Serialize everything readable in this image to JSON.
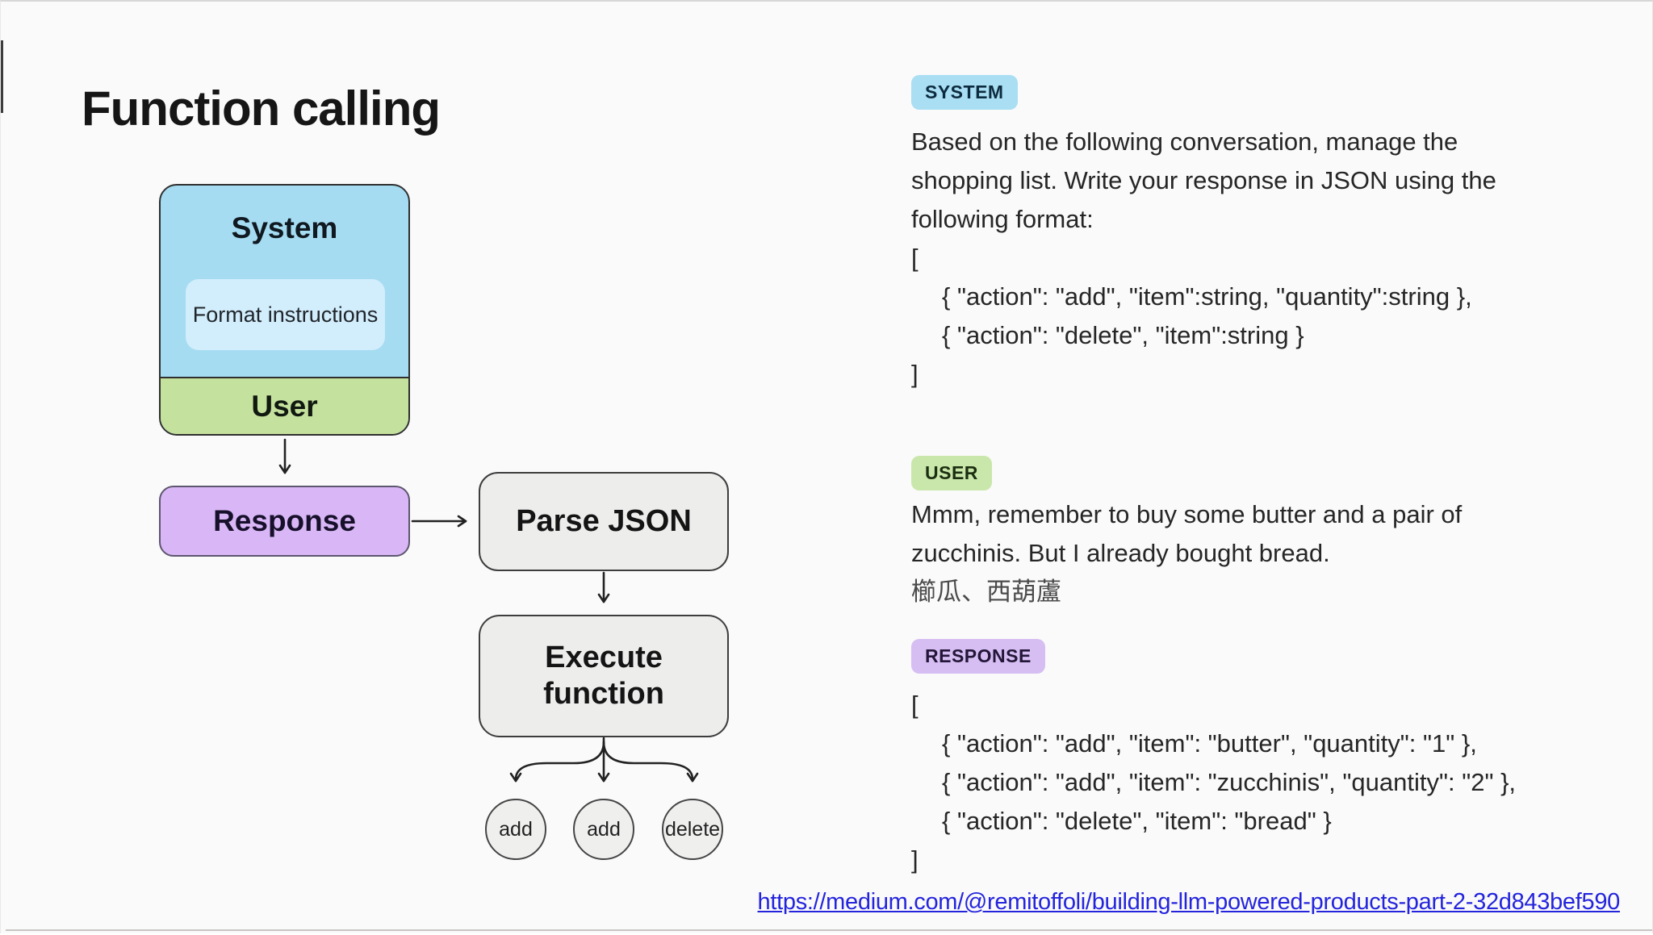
{
  "title": "Function calling",
  "flowchart": {
    "system": {
      "label": "System",
      "format_instructions": "Format instructions",
      "user_label": "User"
    },
    "response_label": "Response",
    "parse_json_label": "Parse JSON",
    "execute_function_label": "Execute function",
    "calls": [
      "add",
      "add",
      "delete"
    ]
  },
  "panel": {
    "system": {
      "badge": "SYSTEM",
      "text_lines": [
        "Based on the following conversation, manage the",
        "shopping list. Write your response in JSON using the",
        "following format:"
      ],
      "code": {
        "open": "[",
        "lines": [
          "{ \"action\": \"add\",  \"item\":string, \"quantity\":string },",
          "{ \"action\": \"delete\", \"item\":string }"
        ],
        "close": "]"
      }
    },
    "user": {
      "badge": "USER",
      "text_lines": [
        "Mmm, remember to buy some butter and a pair of",
        "zucchinis. But I already bought bread."
      ],
      "annotation": "櫛瓜、西葫蘆"
    },
    "response": {
      "badge": "RESPONSE",
      "code": {
        "open": "[",
        "lines": [
          "{ \"action\": \"add\", \"item\": \"butter\", \"quantity\": \"1\" },",
          "{ \"action\": \"add\", \"item\": \"zucchinis\", \"quantity\": \"2\" },",
          "{ \"action\": \"delete\", \"item\": \"bread\" }"
        ],
        "close": "]"
      }
    }
  },
  "footer": {
    "link": "https://medium.com/@remitoffoli/building-llm-powered-products-part-2-32d843bef590"
  },
  "colors": {
    "background": "#fafafa",
    "system_blue": "#a5dcf2",
    "format_instructions_blue": "#d2edfb",
    "user_green": "#c5e19e",
    "response_purple": "#d9b7f6",
    "process_gray": "#ededec",
    "badge_system_blue": "#a9def3",
    "badge_user_green": "#c9e7ab",
    "badge_response_purple": "#d6bef3",
    "link_blue": "#2424dd",
    "text_dark": "#262626"
  }
}
